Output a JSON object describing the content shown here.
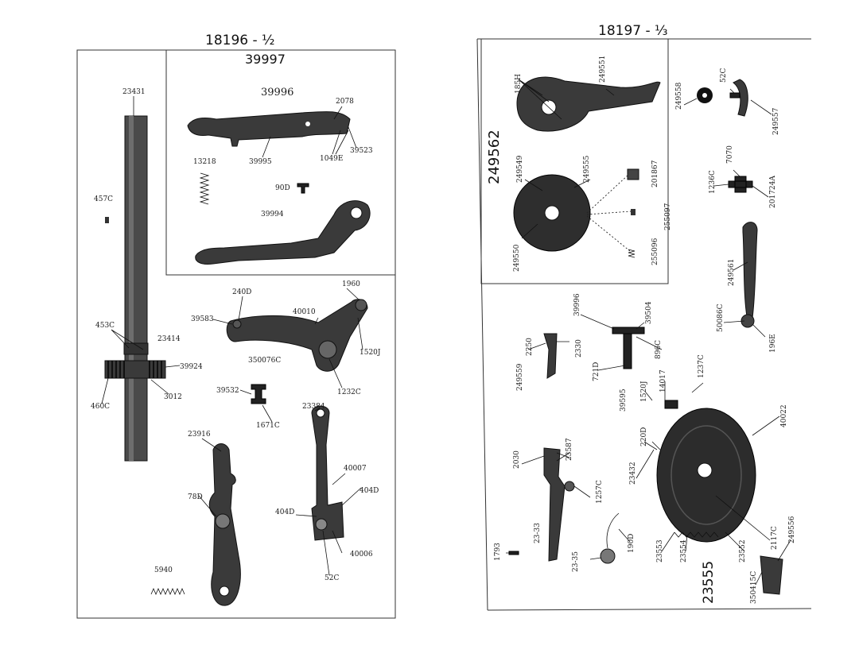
{
  "left_panel": {
    "title": "18196 - ½",
    "inset_title": "39997",
    "labels": [
      "39996",
      "2078",
      "39523",
      "1049E",
      "39995",
      "13218",
      "90D",
      "39994",
      "23431",
      "457C",
      "453C",
      "23414",
      "39924",
      "3012",
      "460C",
      "240D",
      "39583",
      "40010",
      "1960",
      "1520J",
      "350076C",
      "39532",
      "1232C",
      "1671C",
      "23384",
      "23916",
      "78D",
      "40007",
      "404D",
      "404D",
      "40006",
      "52C",
      "5940"
    ]
  },
  "right_panel": {
    "title": "18197 - ⅓",
    "inset_title": "249562",
    "labels": [
      "185H",
      "249551",
      "249549",
      "249555",
      "201867",
      "255097",
      "255096",
      "249550",
      "249558",
      "52C",
      "249557",
      "1236C",
      "7070",
      "201724A",
      "249561",
      "50086C",
      "196E",
      "39996",
      "39504",
      "2330",
      "896C",
      "2250",
      "249559",
      "721D",
      "39595",
      "1520J",
      "14017",
      "1237C",
      "40022",
      "2030",
      "23587",
      "1257C",
      "220D",
      "23432",
      "23-33",
      "23-35",
      "190D",
      "1793",
      "23553",
      "23554",
      "23552",
      "2117C",
      "249556",
      "23555",
      "350415C"
    ]
  }
}
